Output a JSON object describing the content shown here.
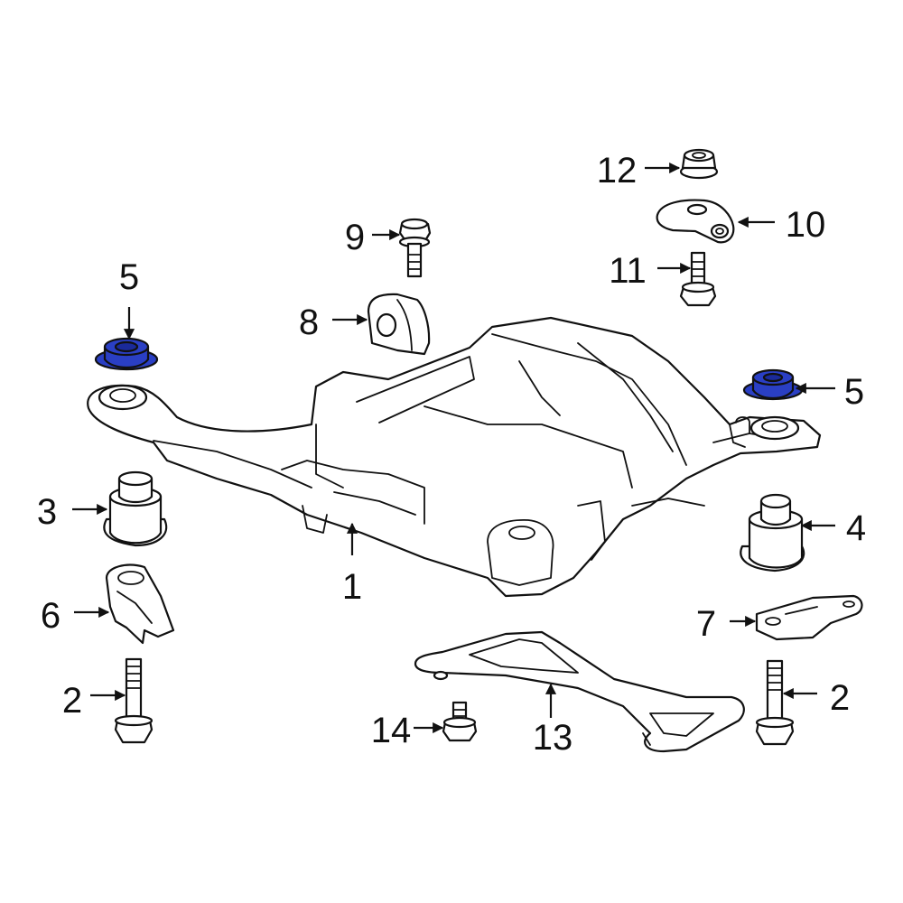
{
  "diagram": {
    "highlight_color": "#2a3fc4",
    "highlight_outline": "#111111",
    "callouts": [
      {
        "id": "c1",
        "label": "1"
      },
      {
        "id": "c2a",
        "label": "2"
      },
      {
        "id": "c2b",
        "label": "2"
      },
      {
        "id": "c3",
        "label": "3"
      },
      {
        "id": "c4",
        "label": "4"
      },
      {
        "id": "c5a",
        "label": "5"
      },
      {
        "id": "c5b",
        "label": "5"
      },
      {
        "id": "c6",
        "label": "6"
      },
      {
        "id": "c7",
        "label": "7"
      },
      {
        "id": "c8",
        "label": "8"
      },
      {
        "id": "c9",
        "label": "9"
      },
      {
        "id": "c10",
        "label": "10"
      },
      {
        "id": "c11",
        "label": "11"
      },
      {
        "id": "c12",
        "label": "12"
      },
      {
        "id": "c13",
        "label": "13"
      },
      {
        "id": "c14",
        "label": "14"
      }
    ]
  }
}
